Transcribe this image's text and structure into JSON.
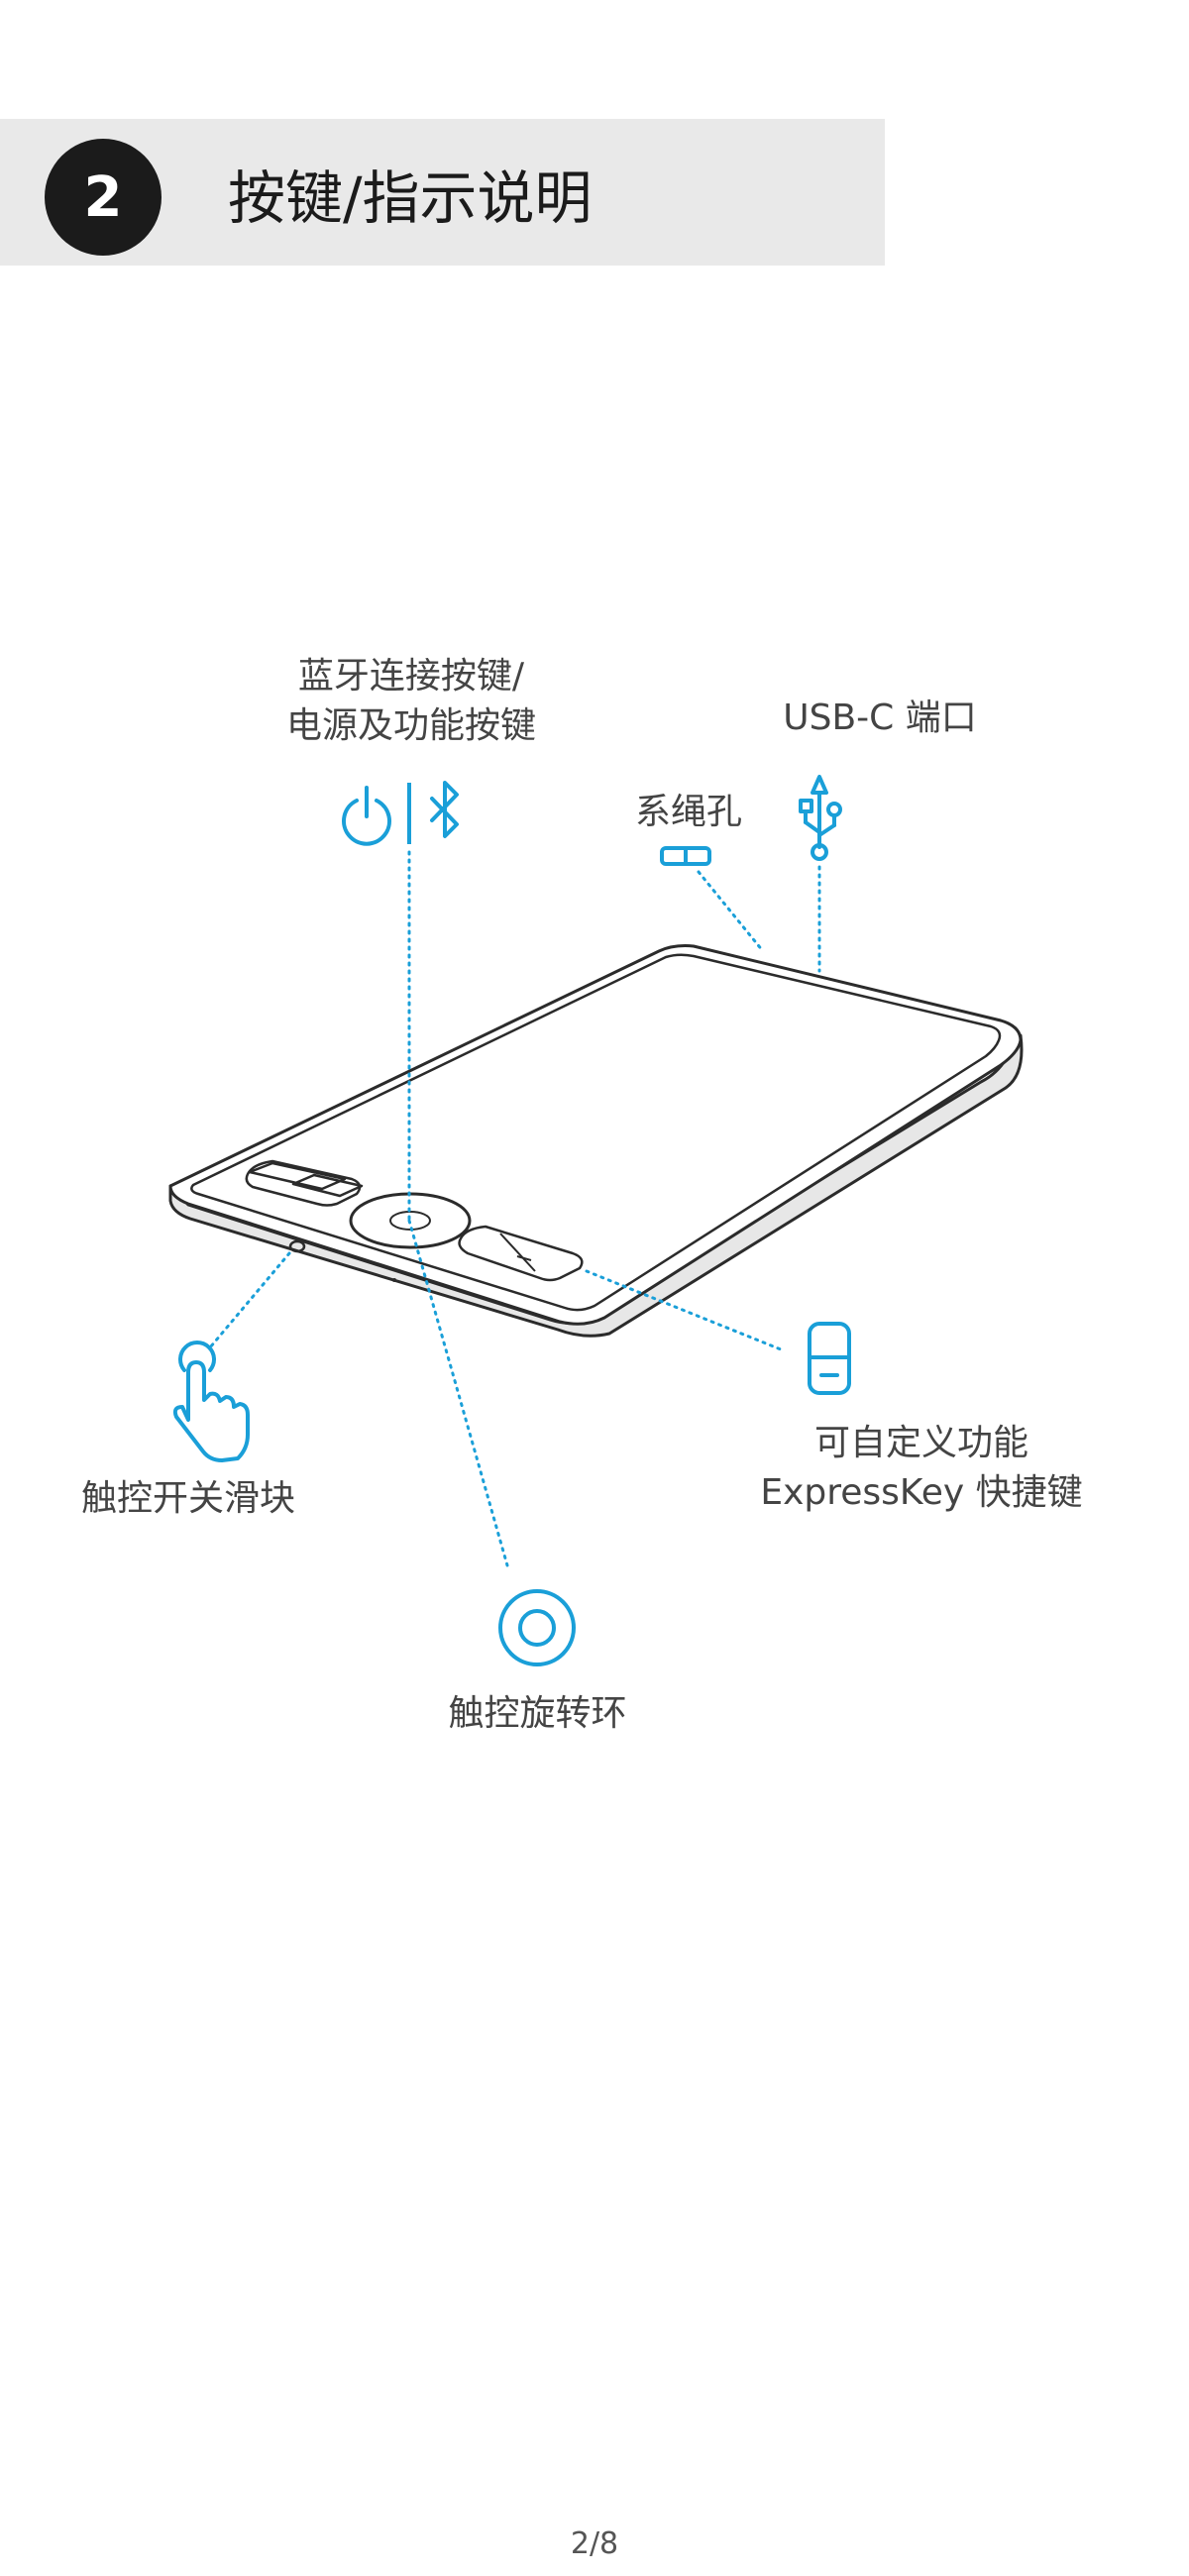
{
  "section": {
    "number": "2",
    "title": "按键/指示说明"
  },
  "labels": {
    "bluetooth_power_line1": "蓝牙连接按键/",
    "bluetooth_power_line2": "电源及功能按键",
    "usb_port": "USB-C 端口",
    "lanyard_hole": "系绳孔",
    "touch_switch": "触控开关滑块",
    "expresskeys_line1": "可自定义功能",
    "expresskeys_line2": "ExpressKey 快捷键",
    "touch_ring": "触控旋转环"
  },
  "icons": {
    "power": "power-icon",
    "bluetooth": "bluetooth-icon",
    "lanyard": "lanyard-hole-icon",
    "usb": "usb-icon",
    "touch": "touch-hand-icon",
    "expresskey": "expresskey-icon",
    "ring": "touch-ring-icon"
  },
  "colors": {
    "accent": "#1a9fd8",
    "outline": "#2b2b2b",
    "header_band": "#e9e9e9",
    "step_circle": "#1b1b1b"
  },
  "footer": {
    "page": "2/8"
  }
}
